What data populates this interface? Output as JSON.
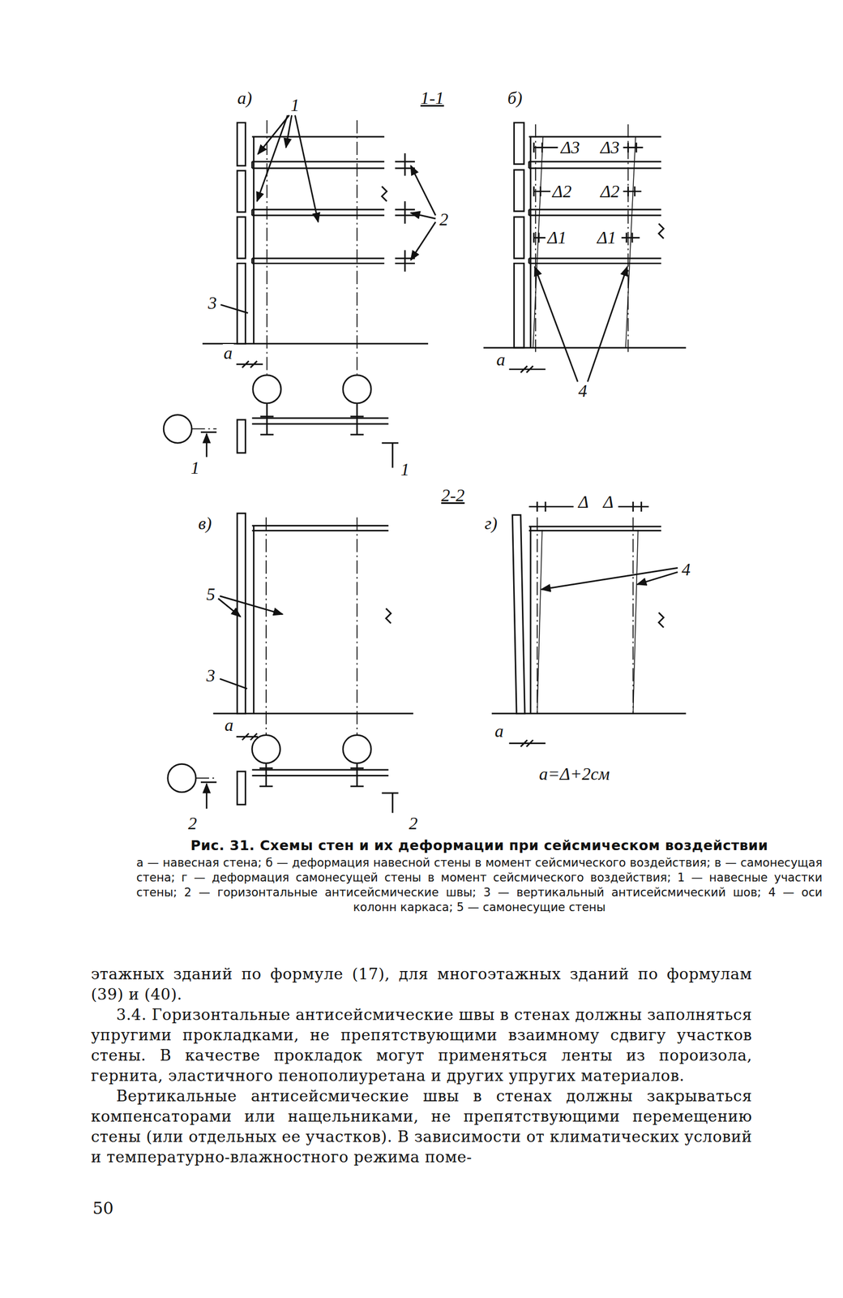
{
  "diagram": {
    "caption": "Рис. 31. Схемы стен и их деформации при сейсмическом воздействии",
    "labels": [
      "а)",
      "1-1",
      "б)",
      "1",
      "2",
      "3",
      "а",
      "1",
      "1",
      "Δ3",
      "Δ3",
      "Δ2",
      "Δ2",
      "Δ1",
      "Δ1",
      "а",
      "4",
      "2-2",
      "в)",
      "г)",
      "Δ",
      "Δ",
      "5",
      "4",
      "3",
      "а",
      "а",
      "а=Δ+2см",
      "2",
      "2",
      "а — навесная стена; б — деформация навесной стены в момент сейсмического воздействия; в — самонесущая стена; г — деформация самонесущей стены в момент сейсмического воздействия; 1 — навесные участки стены; 2 — горизонтальные антисейсмические швы; 3 — вертикальный антисейсмический шов; 4 — оси колонн каркаса; 5 — самонесущие стены",
      "этажных зданий по формуле (17), для многоэтажных зданий по формулам (39) и (40).",
      "3.4. Горизонтальные антисейсмические швы в стенах должны заполняться упругими прокладками, не препятствующими взаимному сдвигу участков стены. В качестве прокладок могут применяться ленты из пороизола, гернита, эластичного пенополиуретана и других упругих материалов.",
      "Вертикальные антисейсмические швы в стенах должны закрываться компенсаторами или нащельниками, не препятствующими перемещению стены (или отдельных ее участков). В зависимости от климатических условий и температурно-влажностного режима поме-",
      "50"
    ]
  }
}
